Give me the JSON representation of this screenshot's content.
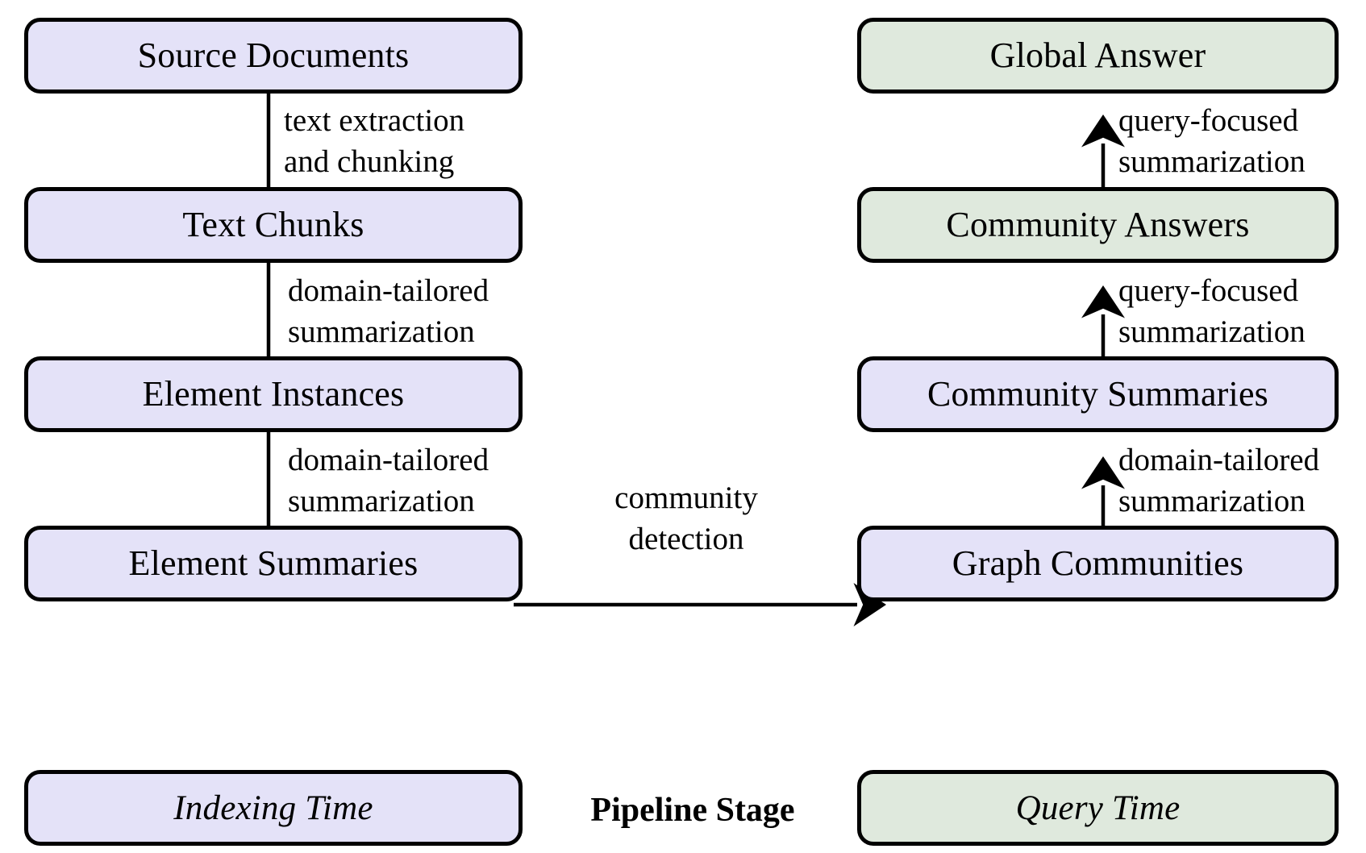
{
  "diagram": {
    "title": "GraphRAG pipeline",
    "colors": {
      "indexing_fill": "#e4e2f8",
      "query_fill": "#dfe9dd",
      "stroke": "#000000",
      "background": "#ffffff"
    },
    "nodes": {
      "source_documents": "Source Documents",
      "text_chunks": "Text Chunks",
      "element_instances": "Element Instances",
      "element_summaries": "Element Summaries",
      "graph_communities": "Graph Communities",
      "community_summaries": "Community Summaries",
      "community_answers": "Community Answers",
      "global_answer": "Global Answer"
    },
    "edge_labels": {
      "extraction_line1": "text extraction",
      "extraction_line2": "and chunking",
      "domain_tailored_line1": "domain-tailored",
      "domain_tailored_line2": "summarization",
      "domain_tailored_2_line1": "domain-tailored",
      "domain_tailored_2_line2": "summarization",
      "community_detection_line1": "community",
      "community_detection_line2": "detection",
      "graph_summary_line1": "domain-tailored",
      "graph_summary_line2": "summarization",
      "query_focused_low_line1": "query-focused",
      "query_focused_low_line2": "summarization",
      "query_focused_top_line1": "query-focused",
      "query_focused_top_line2": "summarization"
    },
    "legend": {
      "indexing_time": "Indexing Time",
      "pipeline_stage": "Pipeline Stage",
      "query_time": "Query Time"
    }
  }
}
